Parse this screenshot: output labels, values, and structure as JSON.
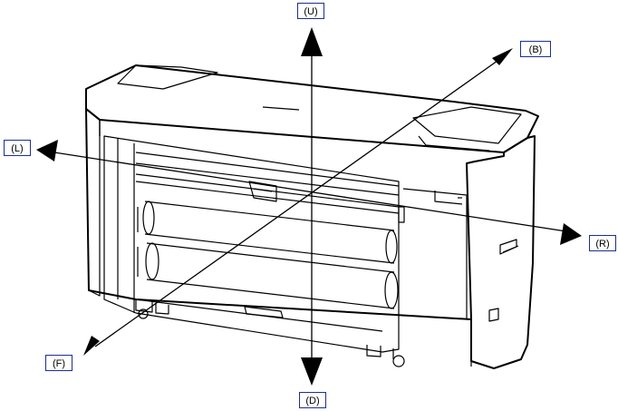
{
  "diagram": {
    "labels": {
      "up": "(U)",
      "down": "(D)",
      "left": "(L)",
      "right": "(R)",
      "back": "(B)",
      "front": "(F)"
    },
    "colors": {
      "line": "#000000",
      "label_border": "#1d2f8f",
      "background": "#ffffff"
    },
    "subject_icon": "large-format-printer-illustration"
  }
}
